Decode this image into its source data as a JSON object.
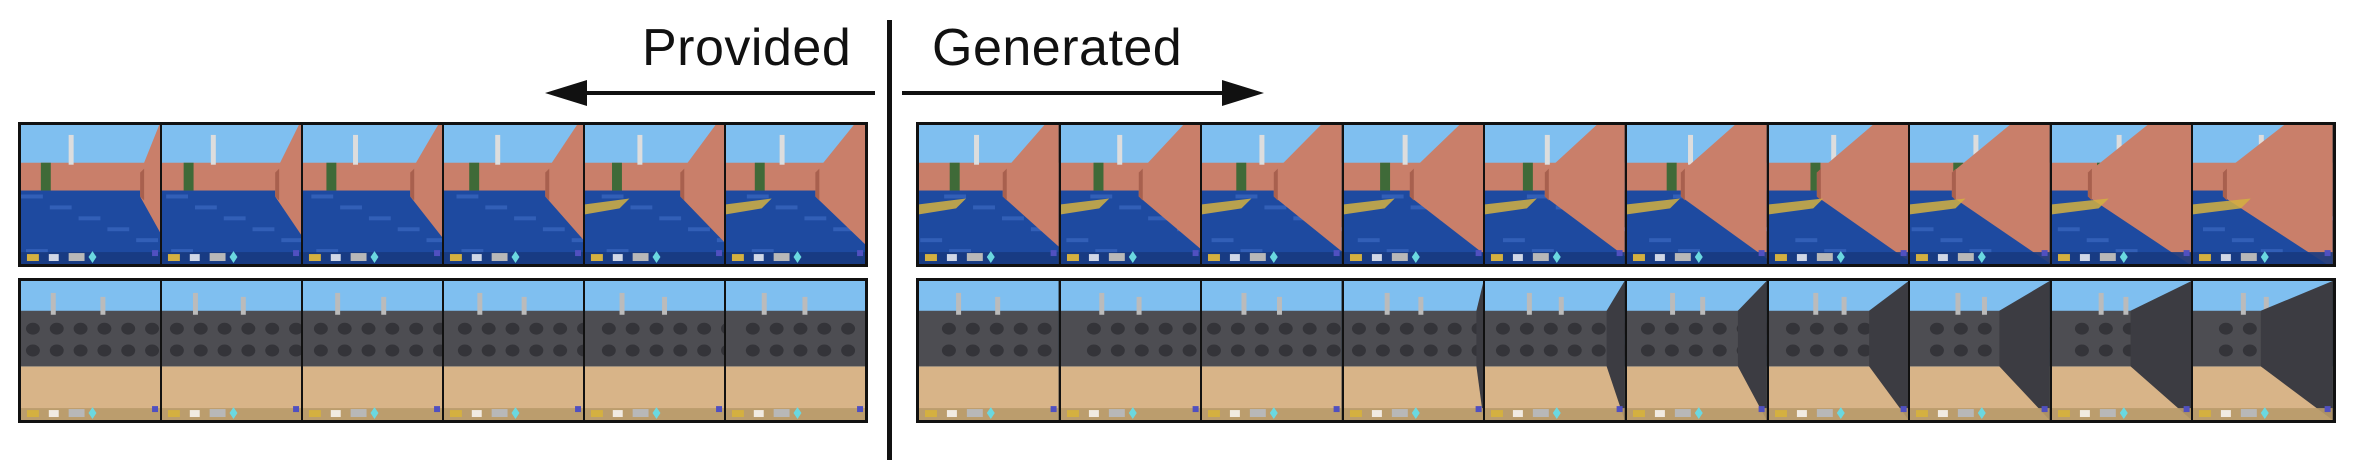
{
  "labels": {
    "provided": "Provided",
    "generated": "Generated"
  },
  "rows": [
    {
      "id": "brick",
      "theme": "brick",
      "provided_frames": 6,
      "generated_frames": 10
    },
    {
      "id": "stone",
      "theme": "stone",
      "provided_frames": 6,
      "generated_frames": 10
    }
  ],
  "colors": {
    "sky": "#7fbff0",
    "brick": "#c97f6a",
    "brick_dark": "#a8604e",
    "water": "#1e4aa0",
    "water_light": "#3a68c0",
    "gold": "#d4b040",
    "green": "#3f6a38",
    "stone": "#4d4d52",
    "stone_dark": "#2e2e33",
    "sand": "#d8b488",
    "hud": "#b8b8b8"
  }
}
